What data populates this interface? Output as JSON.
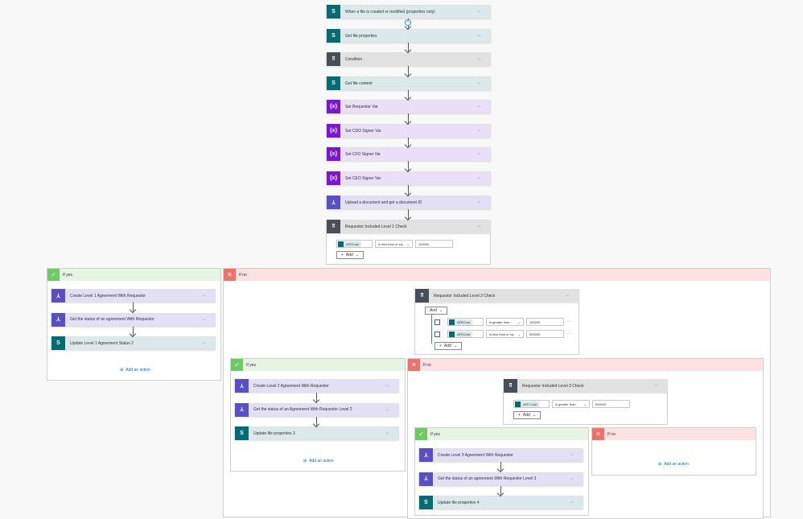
{
  "main_flow": [
    {
      "label": "When a file is created or modified (properties only)",
      "kind": "sharepoint"
    },
    {
      "label": "Get file properties",
      "kind": "sharepoint"
    },
    {
      "label": "Condition",
      "kind": "condition"
    },
    {
      "label": "Get file content",
      "kind": "sharepoint"
    },
    {
      "label": "Set Requestor Var",
      "kind": "variable"
    },
    {
      "label": "Set CDO Signer Var",
      "kind": "variable"
    },
    {
      "label": "Set CFO Signer Var",
      "kind": "variable"
    },
    {
      "label": "Set CEO Signer Var",
      "kind": "variable"
    },
    {
      "label": "Upload a document and get a document ID",
      "kind": "adobe"
    },
    {
      "label": "Requestor Included Level 1 Check",
      "kind": "condition"
    }
  ],
  "level1": {
    "token": "AFECost",
    "operator": "is less than or eq...",
    "value": "100000",
    "add": "Add"
  },
  "branch_yes_label": "If yes",
  "branch_no_label": "If no",
  "add_action": "Add an action",
  "yes1": [
    {
      "label": "Create Level 1 Agreement With Requestor",
      "kind": "adobe"
    },
    {
      "label": "Get the status of an agreement With Requestor",
      "kind": "adobe"
    },
    {
      "label": "Update Level 1 Agreement Status 2",
      "kind": "sharepoint"
    }
  ],
  "level2": {
    "title": "Requestor Included Level 2 Check",
    "group": "And",
    "add": "Add",
    "rows": [
      {
        "token": "AFECost",
        "operator": "is greater than",
        "value": "100000"
      },
      {
        "token": "AFECost",
        "operator": "is less than or eq...",
        "value": "500000"
      }
    ]
  },
  "yes2": [
    {
      "label": "Create Level 2 Agreement With Requestor",
      "kind": "adobe"
    },
    {
      "label": "Get the status of an Agreement With Requestor Level 2",
      "kind": "adobe"
    },
    {
      "label": "Update file properties 3",
      "kind": "sharepoint"
    }
  ],
  "level3": {
    "title": "Requestor Included Level 3 Check",
    "token": "AFE Cost",
    "operator": "is greater than",
    "value": "500000",
    "add": "Add"
  },
  "yes3": [
    {
      "label": "Create Level 3 Agreement With Requestor",
      "kind": "adobe"
    },
    {
      "label": "Get the status of an agreement With Requestor Level 3",
      "kind": "adobe"
    },
    {
      "label": "Update file properties 4",
      "kind": "sharepoint"
    }
  ],
  "more_label": "···"
}
